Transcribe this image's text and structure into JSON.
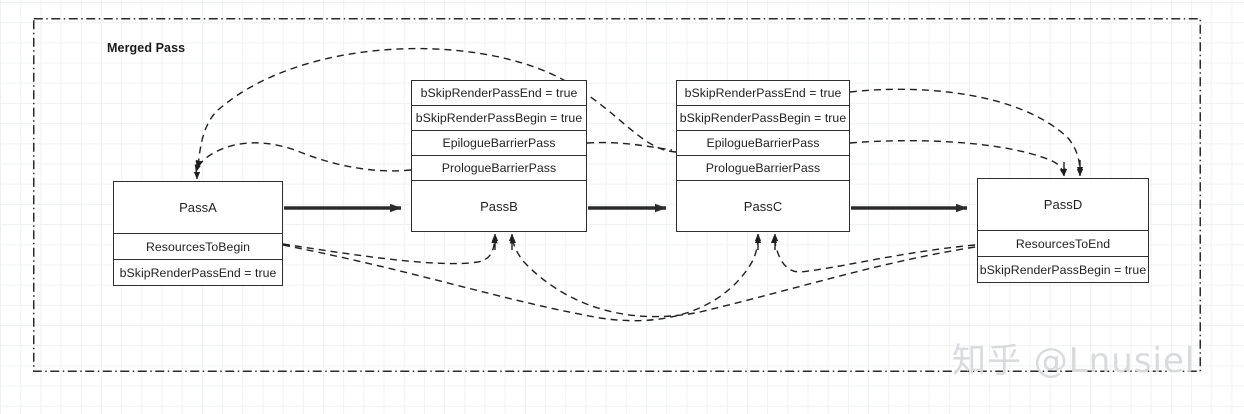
{
  "diagram": {
    "container_label": "Merged Pass",
    "watermark": "知乎 @Lnusiel",
    "colors": {
      "stroke": "#2f2f2f",
      "text": "#1f1f1f",
      "grid": "#eef1f4",
      "watermark": "#d8dade",
      "background": "#ffffff"
    },
    "nodes": [
      {
        "id": "passA",
        "title": "PassA",
        "attributes_above": [],
        "attributes_below": [
          "ResourcesToBegin",
          "bSkipRenderPassEnd = true"
        ]
      },
      {
        "id": "passB",
        "title": "PassB",
        "attributes_above": [
          "bSkipRenderPassEnd = true",
          "bSkipRenderPassBegin  = true",
          "EpilogueBarrierPass",
          "PrologueBarrierPass"
        ],
        "attributes_below": []
      },
      {
        "id": "passC",
        "title": "PassC",
        "attributes_above": [
          "bSkipRenderPassEnd = true",
          "bSkipRenderPassBegin  = true",
          "EpilogueBarrierPass",
          "PrologueBarrierPass"
        ],
        "attributes_below": []
      },
      {
        "id": "passD",
        "title": "PassD",
        "attributes_above": [],
        "attributes_below": [
          "ResourcesToEnd",
          "bSkipRenderPassBegin = true"
        ]
      }
    ],
    "edges_solid": [
      {
        "from": "passA",
        "to": "passB"
      },
      {
        "from": "passB",
        "to": "passC"
      },
      {
        "from": "passC",
        "to": "passD"
      }
    ],
    "edges_dashed": [
      {
        "from": "passB-top",
        "to": "passA-top"
      },
      {
        "from": "passB-prologue",
        "to": "passA-top"
      },
      {
        "from": "passB-epilogue",
        "to": "passC-epilogue"
      },
      {
        "from": "passC-top",
        "to": "passD-top"
      },
      {
        "from": "passC-epilogue",
        "to": "passD-top"
      },
      {
        "from": "passA-resources",
        "to": "passB-bottom"
      },
      {
        "from": "passA-resources",
        "to": "passC-bottom"
      },
      {
        "from": "passD-resources",
        "to": "passB-bottom"
      },
      {
        "from": "passD-resources",
        "to": "passC-bottom"
      }
    ]
  }
}
